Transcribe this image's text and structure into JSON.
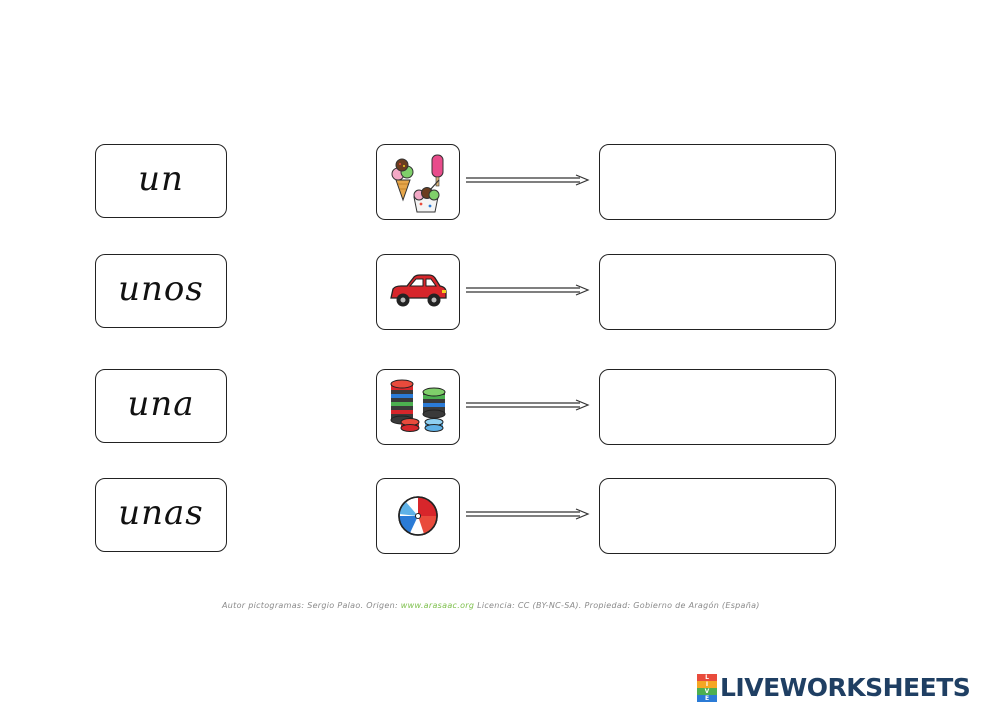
{
  "rows": [
    {
      "word": "un",
      "picture_icon": "ice-cream-icon",
      "answer": ""
    },
    {
      "word": "unos",
      "picture_icon": "car-icon",
      "answer": ""
    },
    {
      "word": "una",
      "picture_icon": "poker-chips-icon",
      "answer": ""
    },
    {
      "word": "unas",
      "picture_icon": "beach-ball-icon",
      "answer": ""
    }
  ],
  "credits": {
    "prefix": "Autor pictogramas: Sergio Palao. Origen: ",
    "link": "www.arasaac.org",
    "suffix": " Licencia: CC (BY-NC-SA). Propiedad: Gobierno de Aragón (España)"
  },
  "brand": {
    "logo_letters": [
      "L",
      "I",
      "V",
      "E"
    ],
    "name": "LIVEWORKSHEETS",
    "logo_colors": [
      "#e94b3c",
      "#f5a623",
      "#4caf50",
      "#2b7bd6"
    ],
    "text_color": "#1f3f63"
  }
}
